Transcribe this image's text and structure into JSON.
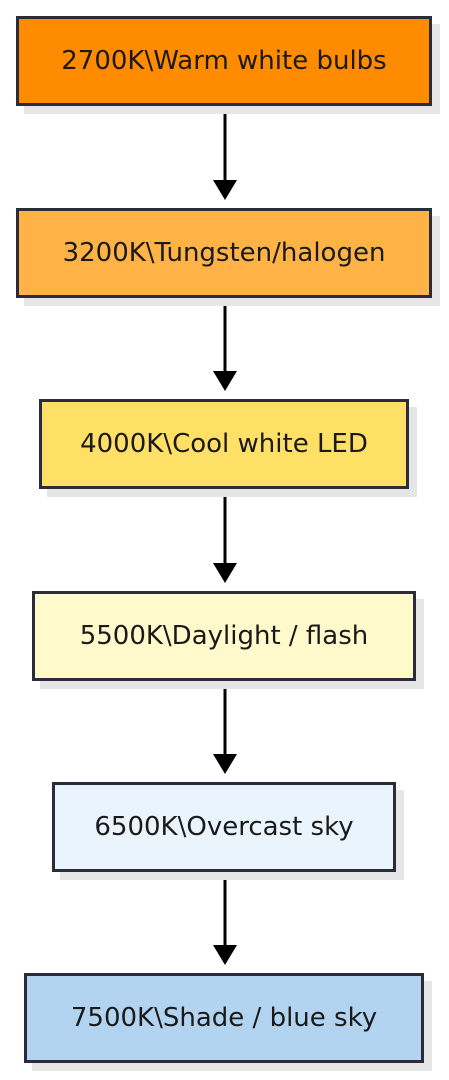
{
  "nodes": [
    {
      "id": "n1",
      "label": "2700K\\Warm white bulbs",
      "color": "#ff8c00"
    },
    {
      "id": "n2",
      "label": "3200K\\Tungsten/halogen",
      "color": "#ffb347"
    },
    {
      "id": "n3",
      "label": "4000K\\Cool white LED",
      "color": "#ffe066"
    },
    {
      "id": "n4",
      "label": "5500K\\Daylight / flash",
      "color": "#fff9cc"
    },
    {
      "id": "n5",
      "label": "6500K\\Overcast sky",
      "color": "#eaf4fd"
    },
    {
      "id": "n6",
      "label": "7500K\\Shade / blue sky",
      "color": "#b3d4f0"
    }
  ],
  "edges": [
    {
      "from": "n1",
      "to": "n2"
    },
    {
      "from": "n2",
      "to": "n3"
    },
    {
      "from": "n3",
      "to": "n4"
    },
    {
      "from": "n4",
      "to": "n5"
    },
    {
      "from": "n5",
      "to": "n6"
    }
  ]
}
